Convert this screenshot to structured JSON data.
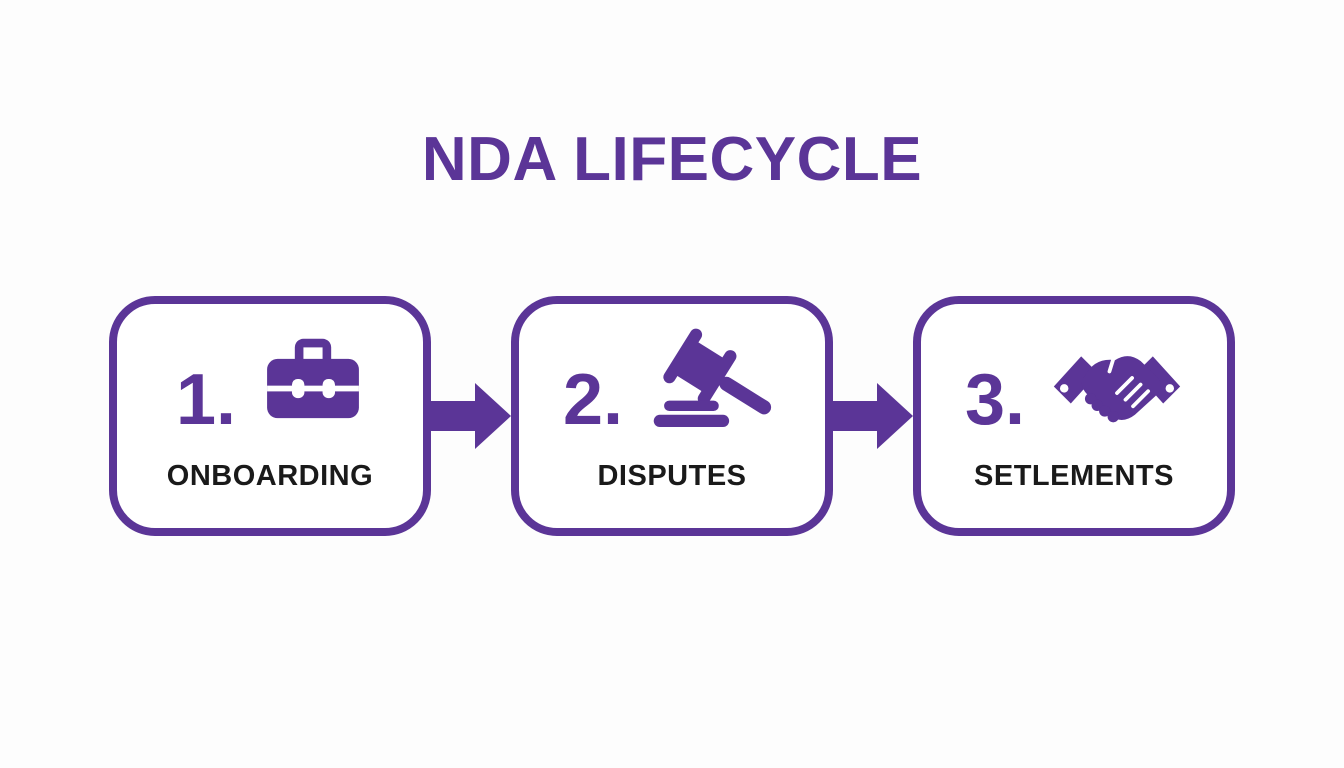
{
  "title": "NDA LIFECYCLE",
  "colors": {
    "purple": "#5b3597",
    "text_dark": "#1a1a1a",
    "background": "#fdfdfd",
    "box_bg": "#ffffff"
  },
  "steps": [
    {
      "number": "1.",
      "label": "ONBOARDING",
      "icon": "briefcase-icon"
    },
    {
      "number": "2.",
      "label": "DISPUTES",
      "icon": "gavel-icon"
    },
    {
      "number": "3.",
      "label": "SETLEMENTS",
      "icon": "handshake-icon"
    }
  ],
  "connectors": [
    "arrow-right",
    "arrow-right"
  ]
}
